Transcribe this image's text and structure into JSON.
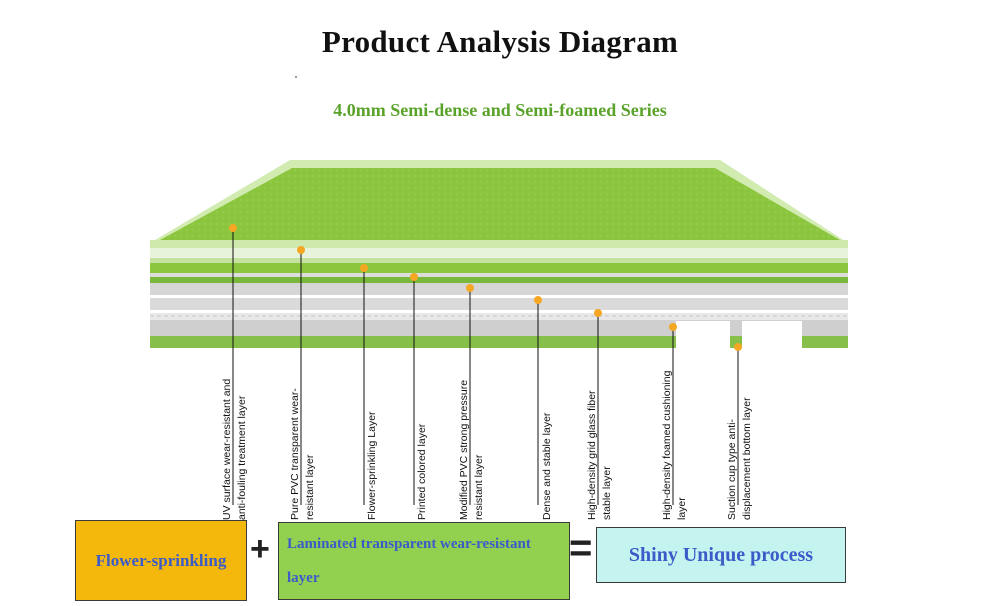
{
  "title": "Product Analysis Diagram",
  "subtitle": "4.0mm Semi-dense and Semi-foamed Series",
  "layers": [
    "UV surface wear-resistant and anti-fouling treatment layer",
    "Pure PVC transparent wear-resistant layer",
    "Flower-sprinkling Layer",
    "Printed colored layer",
    "Modified PVC strong pressure resistant layer",
    "Dense and stable layer",
    "High-density grid glass fiber stable layer",
    "High-density foamed cushioning layer",
    "Suction cup type anti-displacement bottom layer"
  ],
  "formula": {
    "term1": "Flower-sprinkling",
    "plus": "+",
    "term2": "Laminated transparent wear-resistant layer",
    "equals": "=",
    "result": "Shiny Unique process"
  },
  "colors": {
    "green": "#8cc63f",
    "light_green": "#b9e08a",
    "gray": "#d9d9d9",
    "dot": "#f5a623",
    "box1": "#f4b80c",
    "box2": "#92d050",
    "box3": "#c4f3f0",
    "box_text": "#3b5bc8"
  }
}
